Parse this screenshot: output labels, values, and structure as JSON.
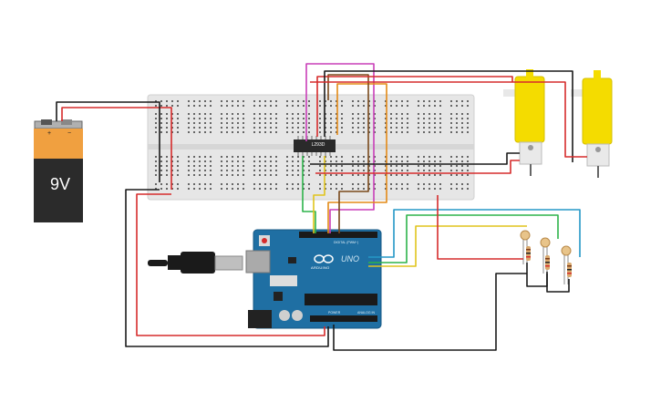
{
  "battery": {
    "label": "9V",
    "plus": "+",
    "minus": "−"
  },
  "chip": {
    "label": "L293D"
  },
  "arduino": {
    "model": "UNO",
    "brand": "ARDUINO",
    "digital_header": "DIGITAL (PWM~)",
    "power_header": "POWER",
    "analog_header": "ANALOG IN"
  },
  "colors": {
    "breadboard": "#e6e6e6",
    "arduino_board": "#1f6fa3",
    "motor": "#f4dc00",
    "battery_body": "#2b2b2b",
    "battery_cap": "#f0a040",
    "wire_red": "#d62b2b",
    "wire_black": "#1a1a1a",
    "wire_magenta": "#c93fb8",
    "wire_orange": "#e38a17",
    "wire_green": "#2db34a",
    "wire_yellow": "#e0c41c",
    "wire_blue": "#2598c7",
    "wire_brown": "#7a4a1c"
  },
  "icons": [
    "usb-plug-icon",
    "arduino-infinity-logo-icon",
    "reset-button-icon",
    "dc-jack-icon"
  ]
}
